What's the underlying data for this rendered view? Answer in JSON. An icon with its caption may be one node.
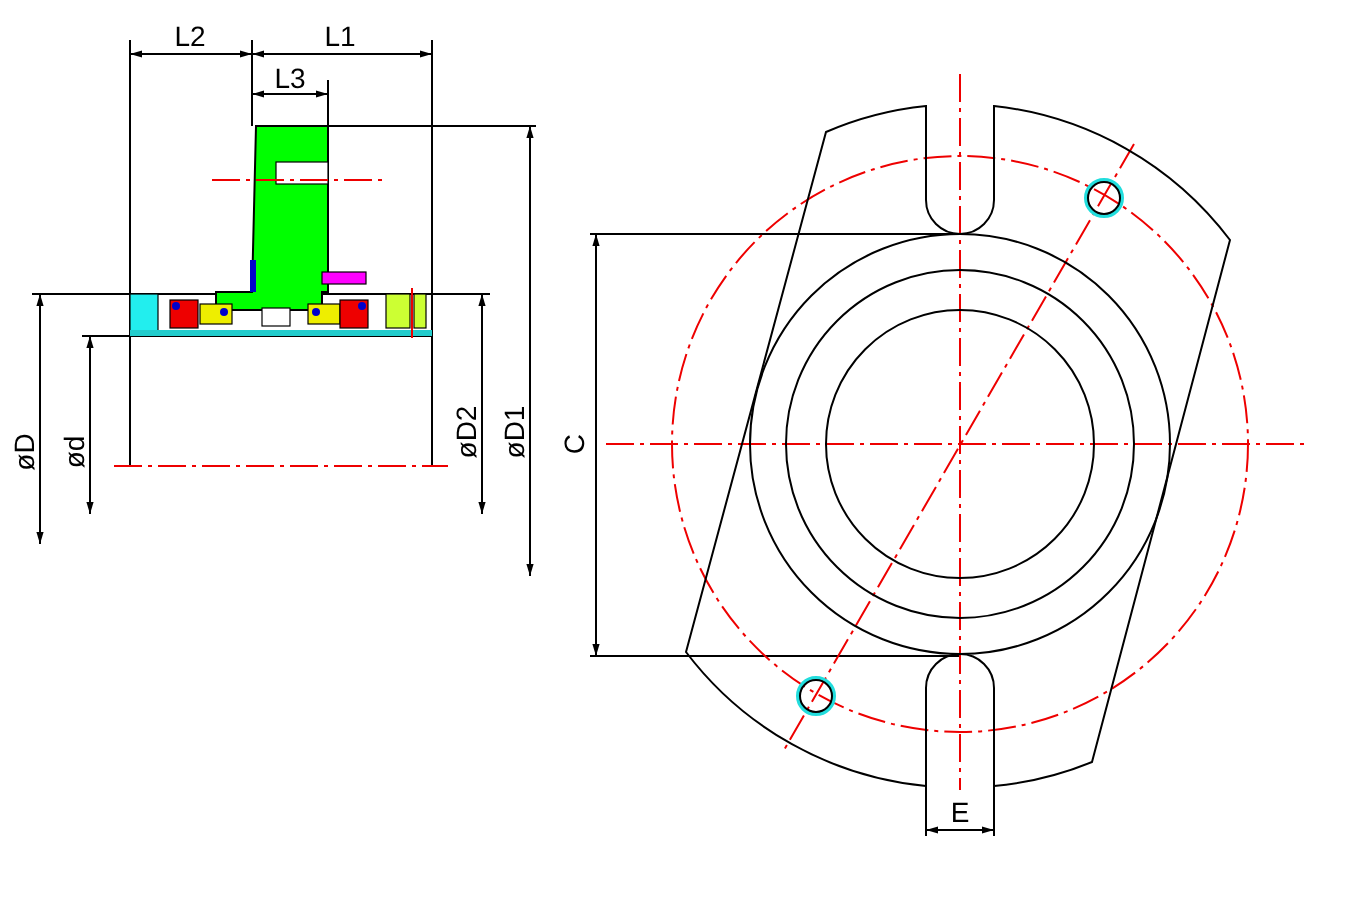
{
  "diagram": {
    "labels": [
      "L2",
      "L1",
      "L3",
      "øD",
      "ød",
      "øD2",
      "øD1",
      "C",
      "E"
    ]
  }
}
